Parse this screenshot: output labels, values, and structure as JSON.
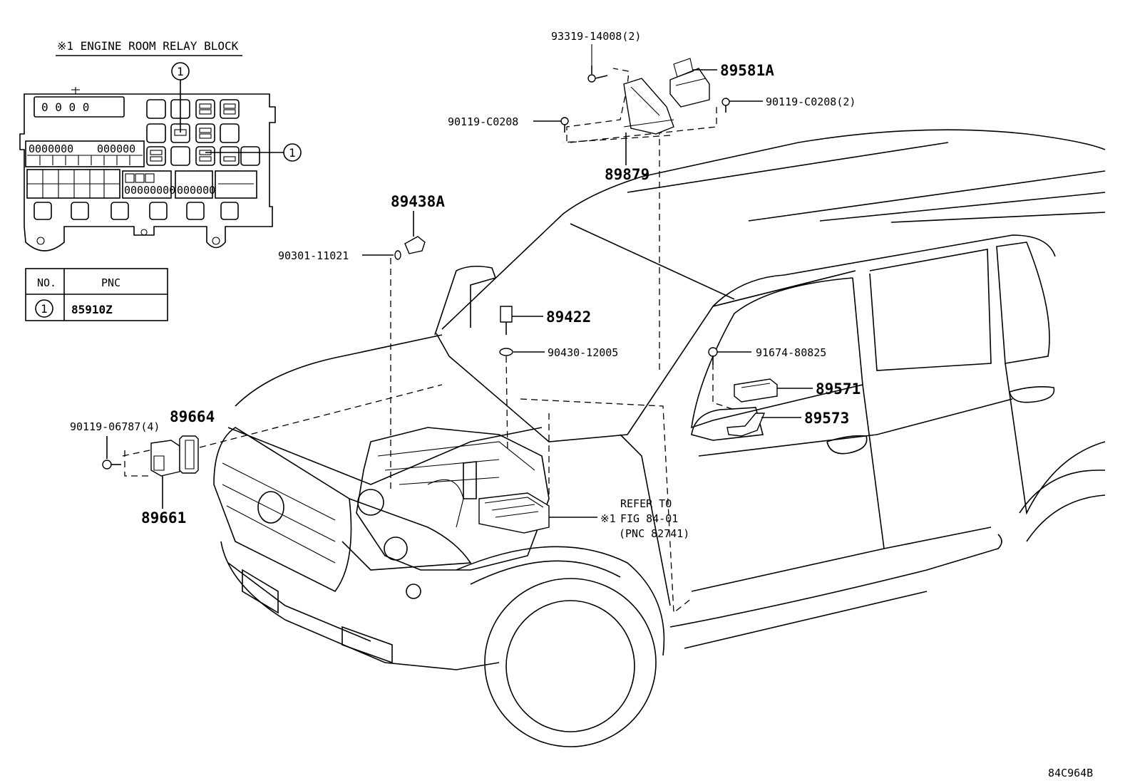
{
  "relay_block": {
    "title": "※1 ENGINE ROOM RELAY BLOCK",
    "callout": "1",
    "fuse_label_1": "0 0 0 0",
    "fuse_label_2": "0000000",
    "fuse_label_3": "000000",
    "fuse_label_4": "00000000",
    "fuse_label_5": "000000"
  },
  "pnc_table": {
    "header_no": "NO.",
    "header_pnc": "PNC",
    "row_no": "1",
    "row_pnc": "85910Z"
  },
  "parts": {
    "p93319": "93319-14008(2)",
    "p89581A": "89581A",
    "p90119_c0208_2": "90119-C0208(2)",
    "p90119_c0208": "90119-C0208",
    "p89879": "89879",
    "p89438A": "89438A",
    "p90301": "90301-11021",
    "p89422": "89422",
    "p90430": "90430-12005",
    "p91674": "91674-80825",
    "p89571": "89571",
    "p89573": "89573",
    "p90119_06787": "90119-06787(4)",
    "p89664": "89664",
    "p89661": "89661"
  },
  "refer": {
    "line1": "REFER TO",
    "marker": "※1",
    "line2": "FIG 84-01",
    "line3": "(PNC 82741)"
  },
  "figure_code": "84C964B"
}
